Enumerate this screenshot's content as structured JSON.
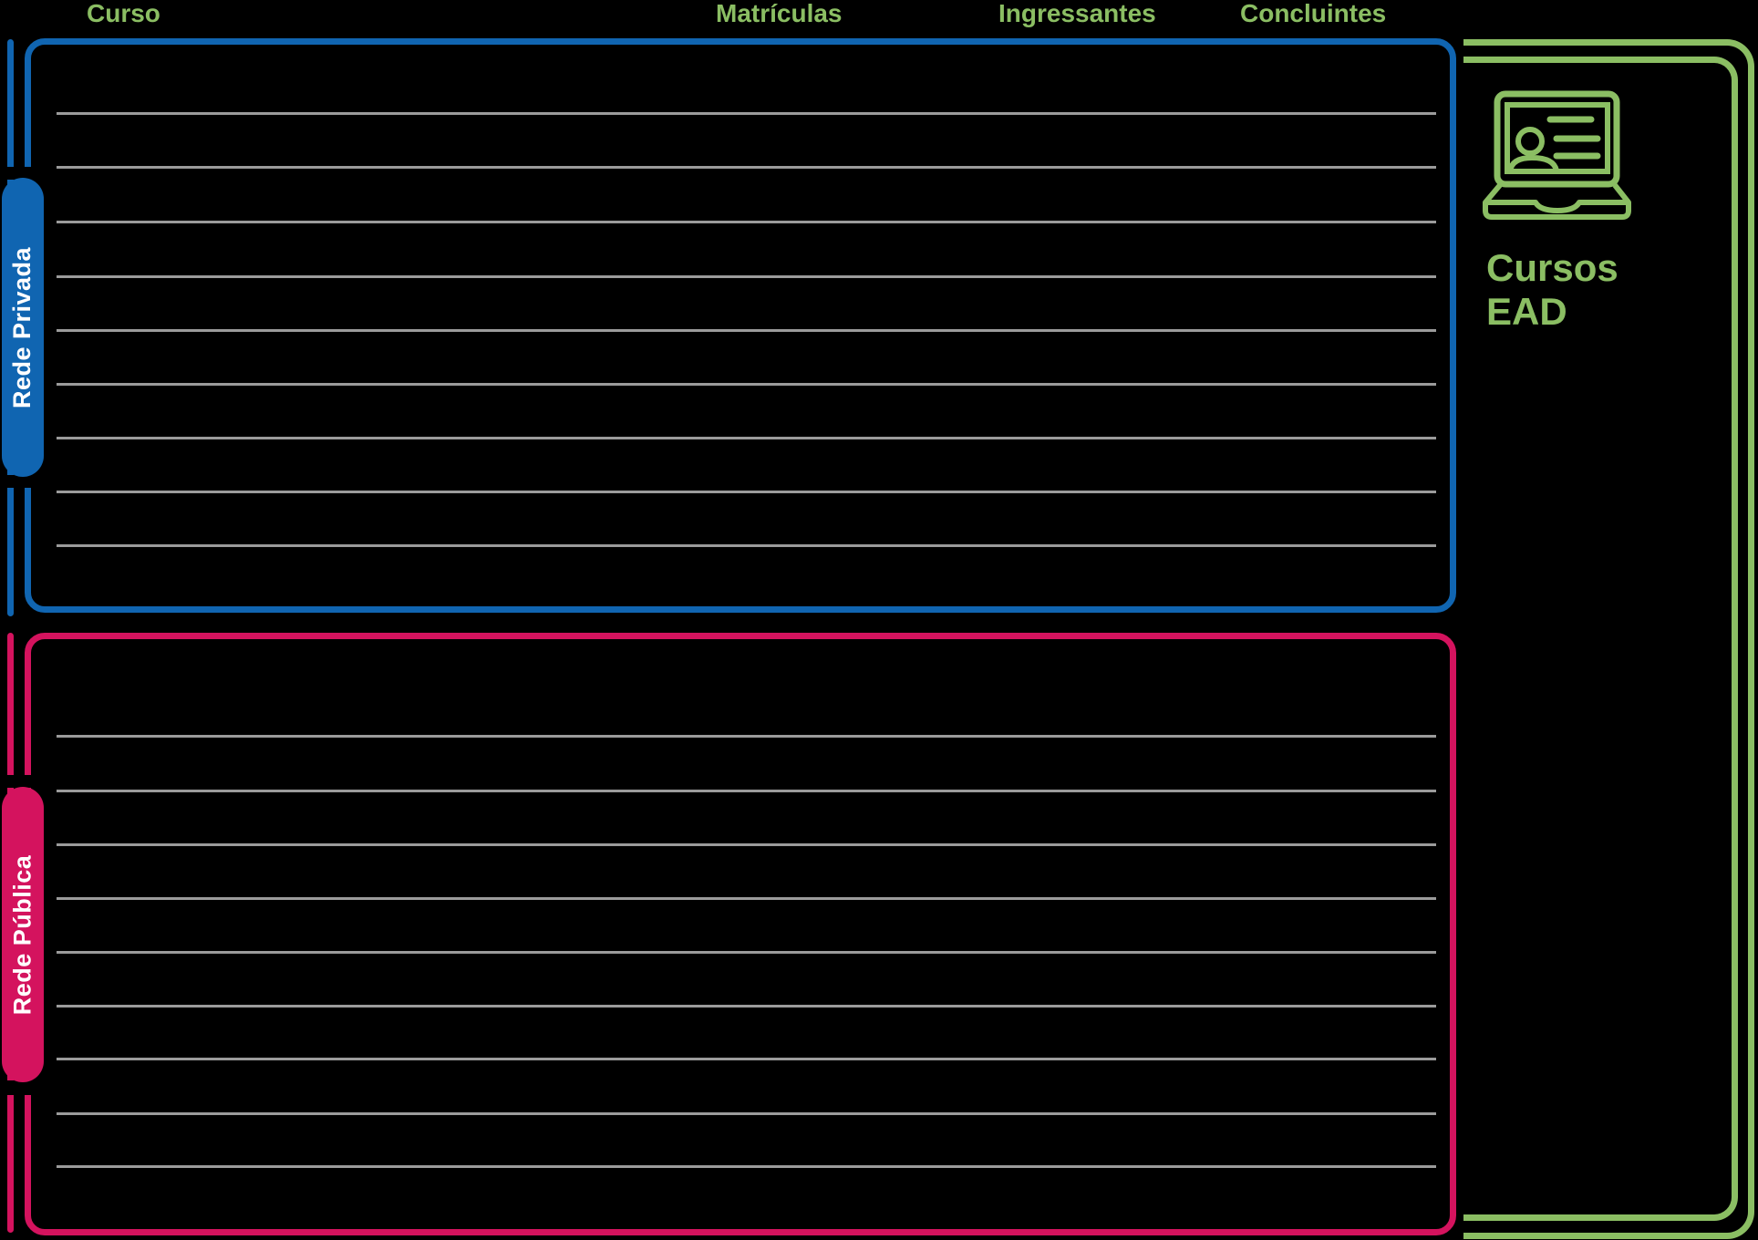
{
  "table": {
    "columns": [
      {
        "label": "Curso"
      },
      {
        "label": "Matrículas"
      },
      {
        "label": "Ingressantes"
      },
      {
        "label": "Concluintes"
      }
    ],
    "sections": [
      {
        "label": "Rede Privada",
        "row_count": 10,
        "accent_color": "#1065b1"
      },
      {
        "label": "Rede Pública",
        "row_count": 10,
        "accent_color": "#d4135e"
      }
    ]
  },
  "ead": {
    "title_line1": "Cursos",
    "title_line2": "EAD",
    "icon": "laptop-presentation-icon",
    "accent_color": "#8bbe63"
  },
  "colors": {
    "blue": "#1065b1",
    "pink": "#d4135e",
    "green": "#8bbe63",
    "separator_gray": "#9b9b9b",
    "pill_text": "#ffffff",
    "background": "#000000"
  }
}
